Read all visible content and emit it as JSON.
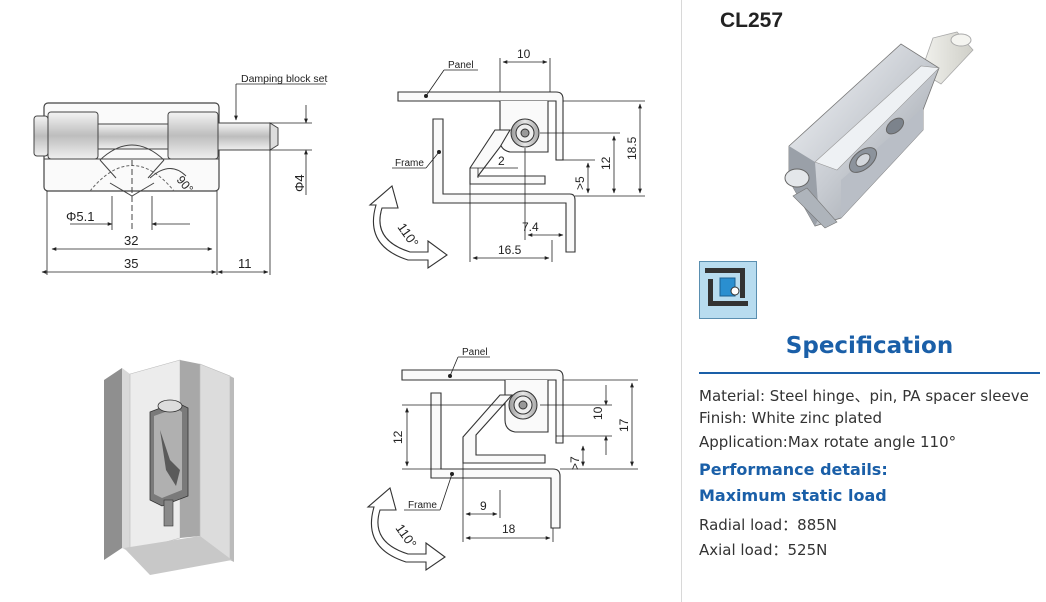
{
  "product": {
    "code": "CL257"
  },
  "drawing": {
    "damping_label": "Damping block set",
    "angle_90": "90°",
    "dim_phi4": "Φ4",
    "dim_phi51": "Φ5.1",
    "dim_32": "32",
    "dim_35": "35",
    "dim_11": "11",
    "top_view": {
      "panel": "Panel",
      "frame": "Frame",
      "dim_10": "10",
      "dim_2": "2",
      "dim_185": "18.5",
      "dim_12": "12",
      "dim_5": ">5",
      "dim_74": "7.4",
      "dim_165": "16.5",
      "angle": "110°"
    },
    "bottom_view": {
      "panel": "Panel",
      "frame": "Frame",
      "dim_10": "10",
      "dim_17": "17",
      "dim_12": "12",
      "dim_7": ">7",
      "dim_9": "9",
      "dim_18": "18",
      "angle": "110°"
    }
  },
  "specification": {
    "title": "Specification",
    "material": "Material: Steel hinge、pin, PA spacer sleeve",
    "finish": "Finish: White zinc plated",
    "application": "Application:Max rotate angle 110°",
    "performance_heading": "Performance details:",
    "static_load_heading": "Maximum static load",
    "radial_load": "Radial load：885N",
    "axial_load": "Axial load：525N"
  },
  "colors": {
    "accent": "#1a5fa8",
    "icon_bg": "#b8dcef",
    "icon_blue": "#2a8fd0"
  }
}
